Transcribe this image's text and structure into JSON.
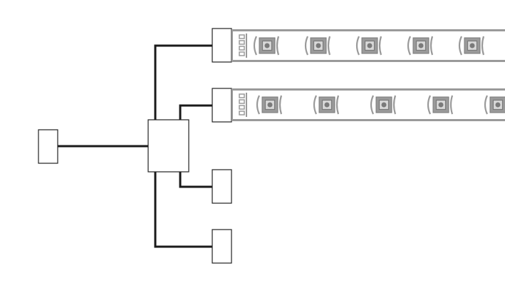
{
  "diagram": {
    "type": "wiring-diagram",
    "description_components": {
      "power_input": 1,
      "splitter_hub": 1,
      "output_connectors": 4,
      "led_strips": 2,
      "leds_per_strip_visible": 5
    },
    "colors": {
      "background": "#ffffff",
      "wire": "#1a1a1a",
      "box_stroke": "#222222",
      "box_fill": "#ffffff",
      "strip": "#9a9a9a",
      "strip_light": "#d8d8d8",
      "strip_dark": "#7a7a7a"
    }
  }
}
